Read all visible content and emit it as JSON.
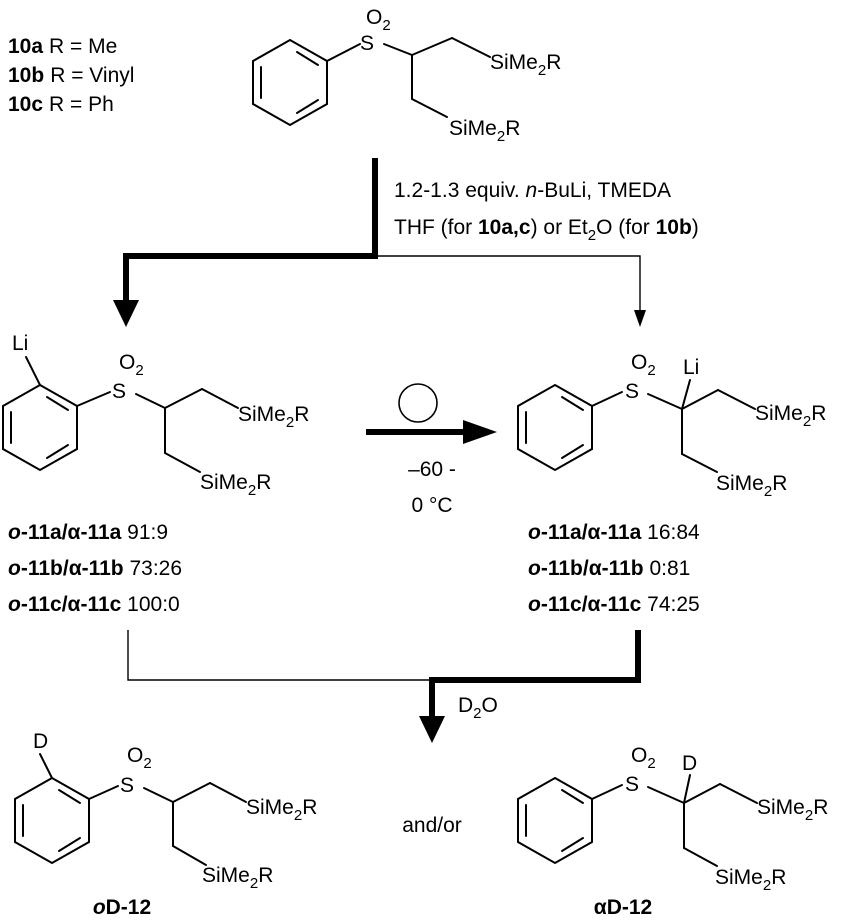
{
  "compounds": {
    "defs": [
      {
        "id": "10a",
        "r": "R = Me"
      },
      {
        "id": "10b",
        "r": "R = Vinyl"
      },
      {
        "id": "10c",
        "r": "R = Ph"
      }
    ],
    "sulfonyl": "S",
    "sulfonyl_o": "O",
    "sulfonyl_o_count": "2",
    "silyl": "SiMe",
    "silyl_sub": "2",
    "silyl_r": "R",
    "lithium": "Li",
    "deuterium": "D"
  },
  "reaction_1": {
    "amount": "1.2-1.3 equiv. ",
    "base_prefix": "n",
    "base_rest": "-BuLi, TMEDA",
    "solvent_a": "THF (for ",
    "solvent_a_cpd": "10a,c",
    "solvent_b": ") or Et",
    "solvent_b_sub": "2",
    "solvent_c": "O (for ",
    "solvent_c_cpd": "10b",
    "solvent_d": ")"
  },
  "reaction_2": {
    "temp_1": "–60 -",
    "temp_2": "0 °C"
  },
  "ratios_left": [
    {
      "o": "o",
      "o_rest": "-11a/",
      "alpha": "α-11a",
      "ratio": " 91:9"
    },
    {
      "o": "o",
      "o_rest": "-11b/",
      "alpha": "α-11b",
      "ratio": " 73:26"
    },
    {
      "o": "o",
      "o_rest": "-11c/",
      "alpha": "α-11c",
      "ratio": " 100:0"
    }
  ],
  "ratios_right": [
    {
      "o": "o",
      "o_rest": "-11a/",
      "alpha": "α-11a",
      "ratio": " 16:84"
    },
    {
      "o": "o",
      "o_rest": "-11b/",
      "alpha": "α-11b",
      "ratio": " 0:81"
    },
    {
      "o": "o",
      "o_rest": "-11c/",
      "alpha": "α-11c",
      "ratio": " 74:25"
    }
  ],
  "quench": {
    "reagent": "D",
    "reagent_sub": "2",
    "reagent_end": "O"
  },
  "and_or": "and/or",
  "products": {
    "left": {
      "prefix": "o",
      "name": "D-12"
    },
    "right": {
      "prefix": "α",
      "name": "D-12"
    }
  }
}
